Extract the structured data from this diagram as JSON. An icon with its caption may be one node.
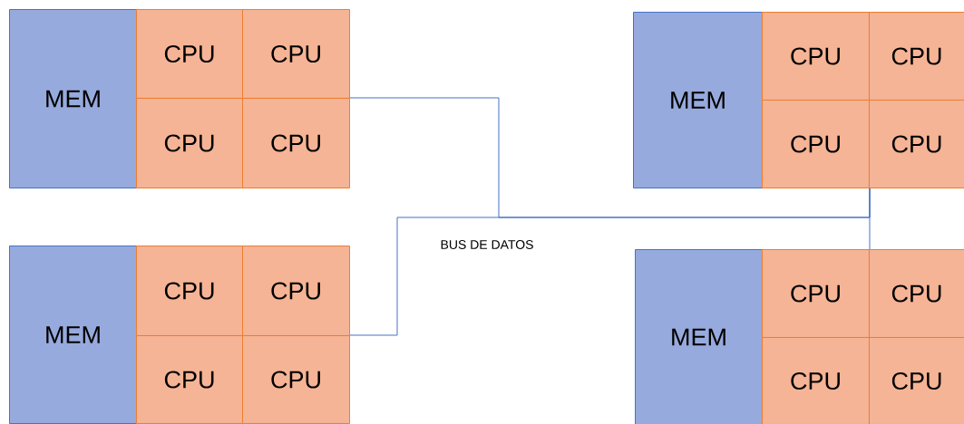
{
  "diagram": {
    "nodes": [
      {
        "text": [
          "MEM"
        ]
      },
      {
        "text": [
          "CPU"
        ]
      },
      {
        "text": [
          "CPU"
        ]
      },
      {
        "text": [
          "CPU"
        ]
      },
      {
        "text": [
          "CPU"
        ]
      },
      {
        "text": [
          "MEM"
        ]
      },
      {
        "text": [
          "CPU"
        ]
      },
      {
        "text": [
          "CPU"
        ]
      },
      {
        "text": [
          "CPU"
        ]
      },
      {
        "text": [
          "CPU"
        ]
      },
      {
        "text": [
          "MEM"
        ]
      },
      {
        "text": [
          "CPU"
        ]
      },
      {
        "text": [
          "CPU"
        ]
      },
      {
        "text": [
          "CPU"
        ]
      },
      {
        "text": [
          "CPU"
        ]
      },
      {
        "text": [
          "MEM"
        ]
      },
      {
        "text": [
          "CPU"
        ]
      },
      {
        "text": [
          "CPU"
        ]
      },
      {
        "text": [
          "CPU"
        ]
      },
      {
        "text": [
          "CPU"
        ]
      }
    ],
    "edges": [
      {
        "from": 4,
        "to": 8,
        "arrow": "none",
        "label": "BUS DE DATOS"
      },
      {
        "from": 14,
        "to": 8,
        "arrow": "none"
      },
      {
        "from": 8,
        "to": 16,
        "arrow": "none"
      }
    ]
  }
}
